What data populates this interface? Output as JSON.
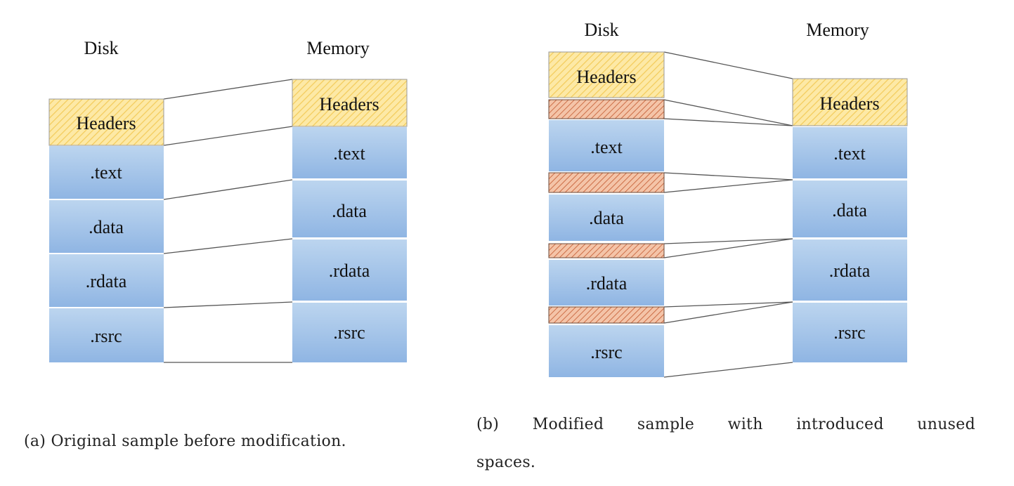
{
  "colors": {
    "header_fill": "#fde9a6",
    "header_stripe": "#f3cc5c",
    "section_top": "#bcd5ef",
    "section_bottom": "#8fb5e3",
    "unused_fill": "#f4c4a8",
    "unused_stripe": "#c8643c",
    "connector": "#555555",
    "border": "#888888"
  },
  "panel_a": {
    "disk_title": "Disk",
    "memory_title": "Memory",
    "disk_segments": [
      "Headers",
      ".text",
      ".data",
      ".rdata",
      ".rsrc"
    ],
    "memory_segments": [
      "Headers",
      ".text",
      ".data",
      ".rdata",
      ".rsrc"
    ],
    "caption": "(a) Original sample before modification."
  },
  "panel_b": {
    "disk_title": "Disk",
    "memory_title": "Memory",
    "disk_segments": [
      "Headers",
      "",
      ".text",
      "",
      ".data",
      "",
      ".rdata",
      "",
      ".rsrc"
    ],
    "memory_segments": [
      "Headers",
      ".text",
      ".data",
      ".rdata",
      ".rsrc"
    ],
    "caption_words": [
      "(b)",
      "Modified",
      "sample",
      "with",
      "introduced",
      "unused"
    ],
    "caption_line2": "spaces."
  }
}
